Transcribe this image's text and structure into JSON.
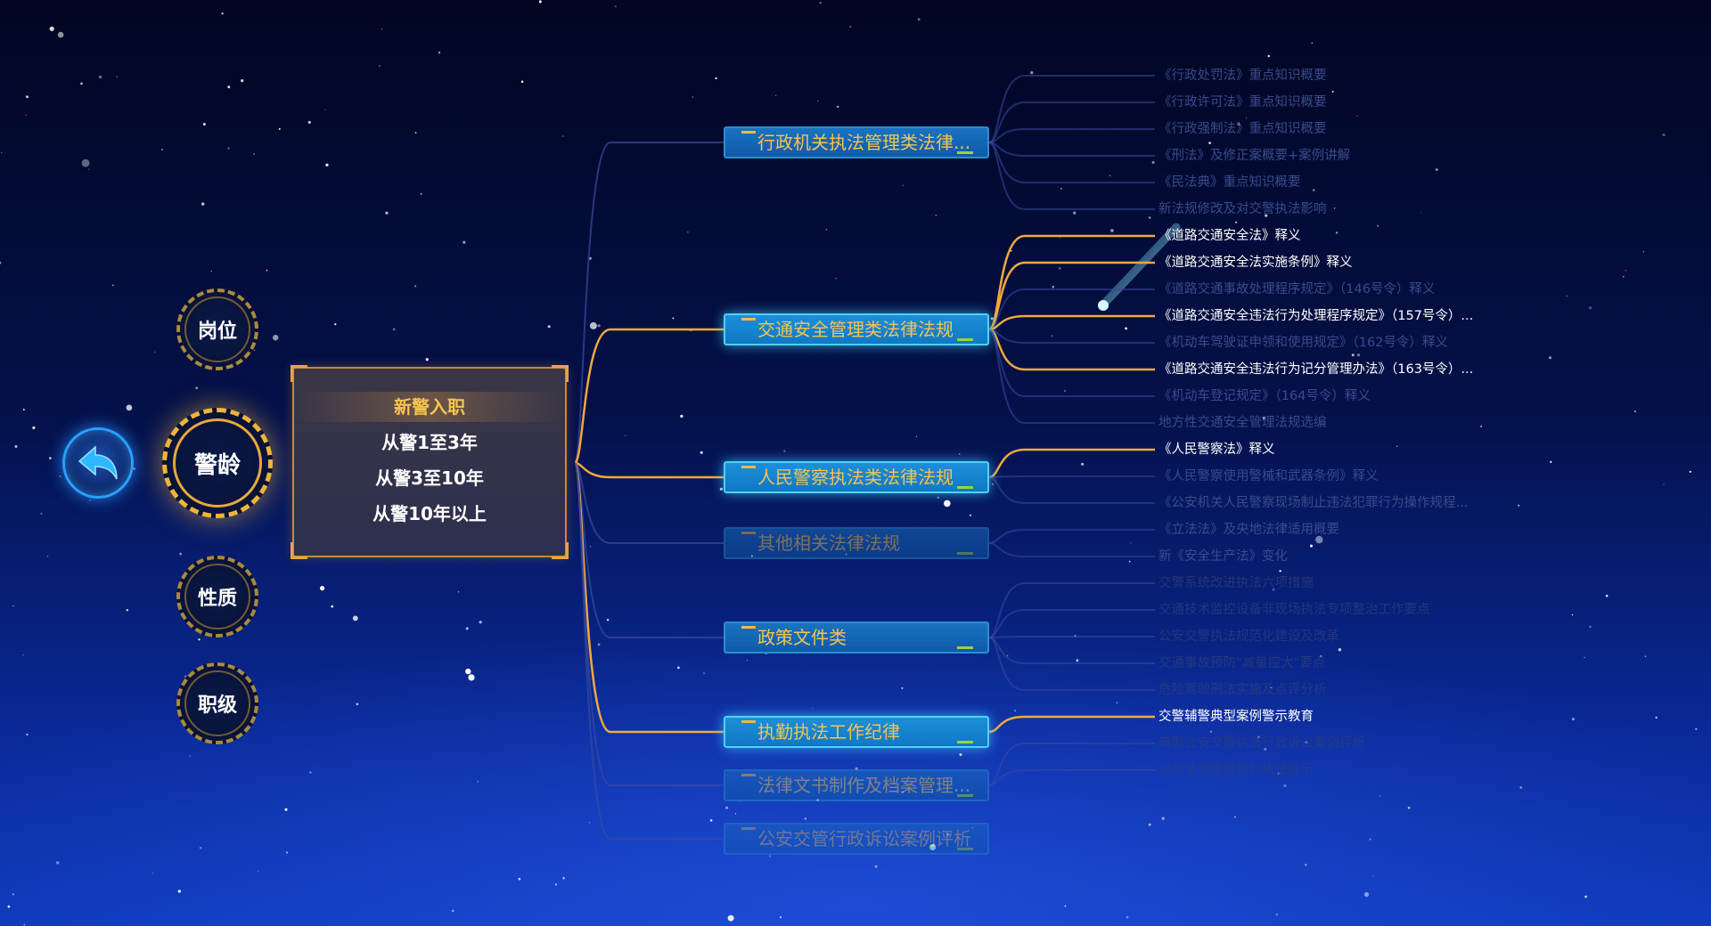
{
  "nav": {
    "back_icon": "arrow-back-icon",
    "items": [
      {
        "label": "岗位"
      },
      {
        "label": "警龄",
        "active": true
      },
      {
        "label": "性质"
      },
      {
        "label": "职级"
      }
    ]
  },
  "panel": {
    "options": [
      {
        "label": "新警入职",
        "selected": true
      },
      {
        "label": "从警1至3年"
      },
      {
        "label": "从警3至10年"
      },
      {
        "label": "从警10年以上"
      }
    ]
  },
  "categories": [
    {
      "label": "行政机关执法管理类法律...",
      "state": "normal"
    },
    {
      "label": "交通安全管理类法律法规",
      "state": "active"
    },
    {
      "label": "人民警察执法类法律法规",
      "state": "active"
    },
    {
      "label": "其他相关法律法规",
      "state": "dim"
    },
    {
      "label": "政策文件类",
      "state": "normal"
    },
    {
      "label": "执勤执法工作纪律",
      "state": "active"
    },
    {
      "label": "法律文书制作及档案管理...",
      "state": "dim"
    },
    {
      "label": "公安交管行政诉讼案例评析",
      "state": "dim2"
    }
  ],
  "leaves": [
    {
      "label": "《行政处罚法》重点知识概要",
      "state": "faint"
    },
    {
      "label": "《行政许可法》重点知识概要",
      "state": "faint"
    },
    {
      "label": "《行政强制法》重点知识概要",
      "state": "faint"
    },
    {
      "label": "《刑法》及修正案概要+案例讲解",
      "state": "faint"
    },
    {
      "label": "《民法典》重点知识概要",
      "state": "faint"
    },
    {
      "label": "新法规修改及对交警执法影响",
      "state": "faint"
    },
    {
      "label": "《道路交通安全法》释义",
      "state": "bright"
    },
    {
      "label": "《道路交通安全法实施条例》释义",
      "state": "bright"
    },
    {
      "label": "《道路交通事故处理程序规定》（146号令）释义",
      "state": "faint"
    },
    {
      "label": "《道路交通安全违法行为处理程序规定》（157号令）...",
      "state": "bright"
    },
    {
      "label": "《机动车驾驶证申领和使用规定》（162号令）释义",
      "state": "faint"
    },
    {
      "label": "《道路交通安全违法行为记分管理办法》（163号令）...",
      "state": "bright"
    },
    {
      "label": "《机动车登记规定》（164号令）释义",
      "state": "faint"
    },
    {
      "label": "地方性交通安全管理法规选编",
      "state": "faint"
    },
    {
      "label": "《人民警察法》释义",
      "state": "bright"
    },
    {
      "label": "《人民警察使用警械和武器条例》释义",
      "state": "faint"
    },
    {
      "label": "《公安机关人民警察现场制止违法犯罪行为操作规程...",
      "state": "faint"
    },
    {
      "label": "《立法法》及央地法律适用概要",
      "state": "faint"
    },
    {
      "label": "新《安全生产法》变化",
      "state": "faint"
    },
    {
      "label": "交警系统改进执法六项措施",
      "state": "xfaint"
    },
    {
      "label": "交通技术监控设备非现场执法专项整治工作要点",
      "state": "xfaint"
    },
    {
      "label": "公安交警执法规范化建设及改革",
      "state": "xfaint"
    },
    {
      "label": "交通事故预防\"减量控大\"要点",
      "state": "xfaint"
    },
    {
      "label": "危险驾驶刑法实施及点评分析",
      "state": "xfaint"
    },
    {
      "label": "交警辅警典型案例警示教育",
      "state": "bright"
    },
    {
      "label": "典型公安交警执法行政诉讼案例评析",
      "state": "xfaint"
    },
    {
      "label": "以司法审查视角的执法提示",
      "state": "xfaint"
    }
  ],
  "colors": {
    "accent": "#f4c453",
    "active_link": "#f2a93b",
    "dim_link": "#3a4aa0",
    "box_blue": "#1a73c0"
  }
}
